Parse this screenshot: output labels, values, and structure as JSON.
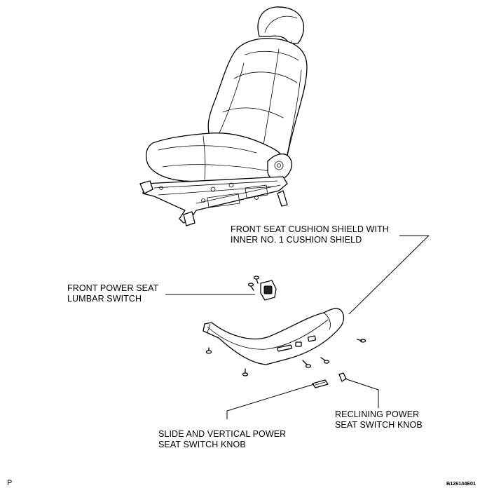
{
  "labels": {
    "cushion_shield_line1": "FRONT SEAT CUSHION SHIELD WITH",
    "cushion_shield_line2": "INNER NO. 1 CUSHION SHIELD",
    "lumbar_switch_line1": "FRONT POWER SEAT",
    "lumbar_switch_line2": "LUMBAR SWITCH",
    "reclining_knob_line1": "RECLINING POWER",
    "reclining_knob_line2": "SEAT SWITCH KNOB",
    "slide_knob_line1": "SLIDE AND VERTICAL POWER",
    "slide_knob_line2": "SEAT SWITCH KNOB"
  },
  "corner_marks": {
    "left": "P",
    "figure_code": "B126144E01"
  }
}
